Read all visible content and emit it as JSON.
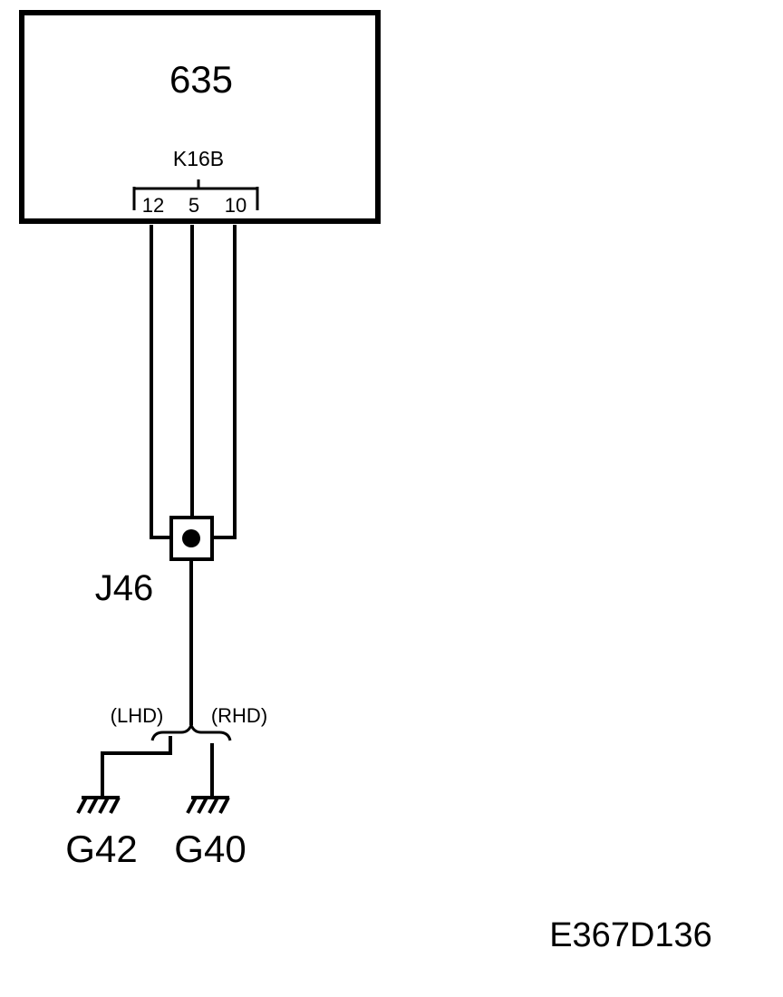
{
  "component": {
    "id": "635",
    "connector": "K16B",
    "pins": [
      "12",
      "5",
      "10"
    ]
  },
  "splice": {
    "id": "J46"
  },
  "variants": {
    "left": "(LHD)",
    "right": "(RHD)"
  },
  "grounds": {
    "left": "G42",
    "right": "G40"
  },
  "figure_id": "E367D136",
  "colors": {
    "ink": "#000000",
    "background": "#ffffff"
  }
}
